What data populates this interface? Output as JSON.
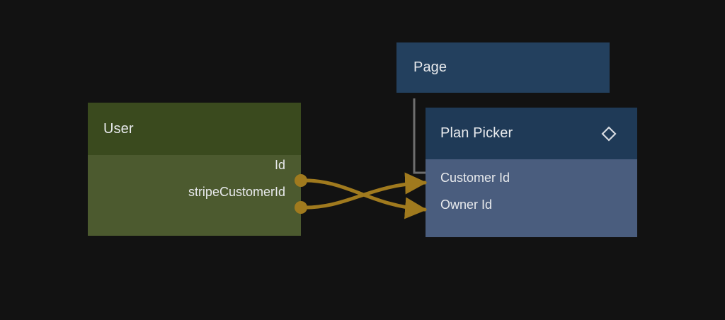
{
  "diagram": {
    "background_color": "#121212",
    "nodes": [
      {
        "id": "page",
        "title": "Page",
        "header_color": "#23405e",
        "fields": []
      },
      {
        "id": "plan-picker",
        "title": "Plan Picker",
        "header_color": "#1f3a57",
        "body_color": "#4a5d7e",
        "icon": "diamond-icon",
        "fields": [
          {
            "label": "Customer Id"
          },
          {
            "label": "Owner Id"
          }
        ]
      },
      {
        "id": "user",
        "title": "User",
        "header_color": "#3a4a1e",
        "body_color": "#4c5a2f",
        "fields": [
          {
            "label": "Id"
          },
          {
            "label": "stripeCustomerId"
          }
        ]
      }
    ],
    "edges": [
      {
        "from": "user.Id",
        "to": "plan-picker.Owner Id",
        "color": "#a07a1e"
      },
      {
        "from": "user.stripeCustomerId",
        "to": "plan-picker.Customer Id",
        "color": "#a07a1e"
      }
    ],
    "containment": {
      "parent": "page",
      "child": "plan-picker",
      "color": "#6e6e6e"
    }
  }
}
